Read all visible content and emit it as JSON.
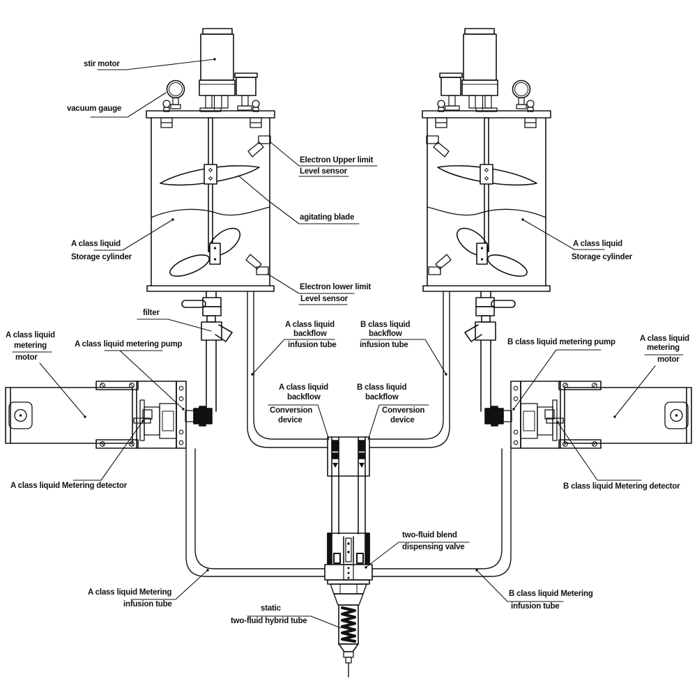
{
  "diagram": {
    "title_hint": "two-component liquid dispensing system diagram",
    "background_color": "#ffffff",
    "line_color": "#111111",
    "labels": {
      "stir_motor": "stir motor",
      "vacuum_gauge": "vacuum gauge",
      "upper_limit": {
        "line1": "Electron Upper limit",
        "line2": "Level sensor"
      },
      "lower_limit": {
        "line1": "Electron lower limit",
        "line2": "Level sensor"
      },
      "agitating_blade": "agitating blade",
      "left_storage": {
        "line1": "A class liquid",
        "line2": "Storage cylinder"
      },
      "right_storage": {
        "line1": "A class liquid",
        "line2": "Storage cylinder"
      },
      "filter": "filter",
      "left_metering_motor": {
        "line1": "A class liquid",
        "line2": "metering",
        "line3": "motor"
      },
      "right_metering_motor": {
        "line1": "A class liquid",
        "line2": "metering",
        "line3": "motor"
      },
      "left_metering_pump": "A class liquid metering pump",
      "right_metering_pump": "B class liquid metering pump",
      "left_metering_detector": "A class liquid Metering detector",
      "right_metering_detector": "B class liquid Metering detector",
      "a_backflow_tube": {
        "line1": "A class liquid",
        "line2": "backflow",
        "line3": "infusion tube"
      },
      "b_backflow_tube": {
        "line1": "B class liquid",
        "line2": "backflow",
        "line3": "infusion tube"
      },
      "a_conversion": {
        "line1": "A class liquid",
        "line2": "backflow",
        "line3": "Conversion",
        "line4": "device"
      },
      "b_conversion": {
        "line1": "B class liquid",
        "line2": "backflow",
        "line3": "Conversion",
        "line4": "device"
      },
      "blend_valve": {
        "line1": "two-fluid blend",
        "line2": "dispensing valve"
      },
      "static_mixer": {
        "line1": "static",
        "line2": "two-fluid hybrid tube"
      },
      "a_metering_infusion": {
        "line1": "A class liquid Metering",
        "line2": "infusion tube"
      },
      "b_metering_infusion": {
        "line1": "B class liquid Metering",
        "line2": "infusion tube"
      }
    }
  }
}
